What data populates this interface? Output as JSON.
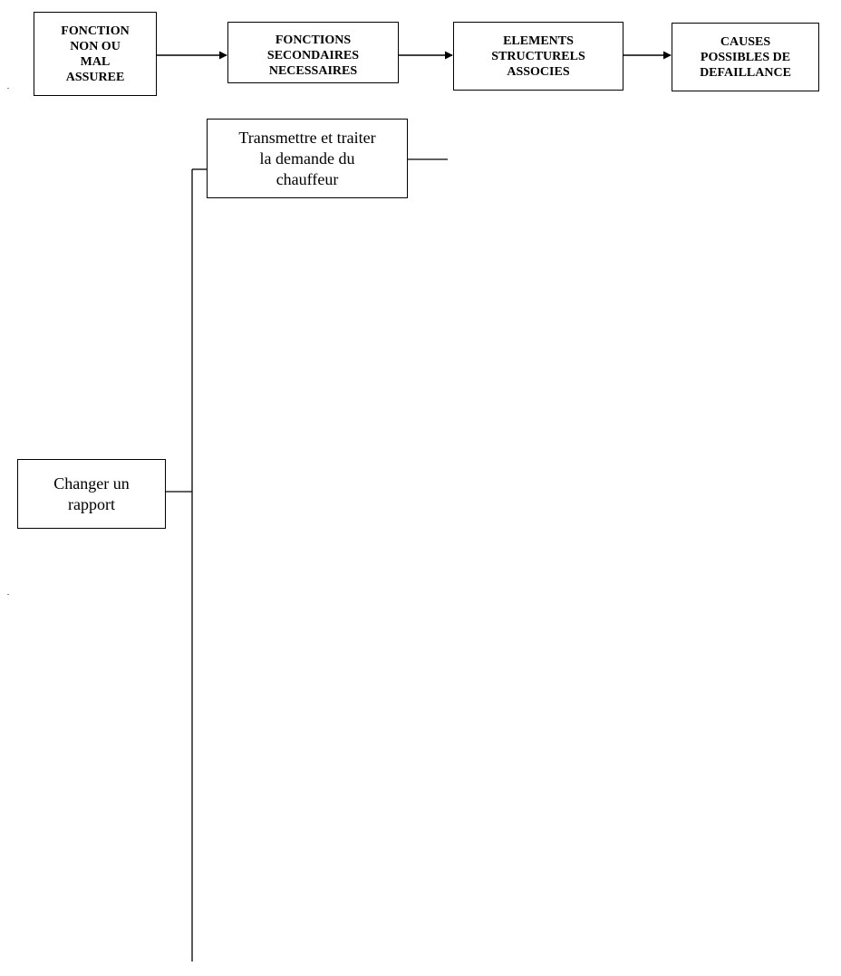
{
  "header": {
    "steps": [
      {
        "lines": [
          "FONCTION",
          "NON OU",
          "MAL",
          "ASSUREE"
        ]
      },
      {
        "lines": [
          "FONCTIONS",
          "SECONDAIRES",
          "NECESSAIRES"
        ]
      },
      {
        "lines": [
          "ELEMENTS",
          "STRUCTURELS",
          "ASSOCIES"
        ]
      },
      {
        "lines": [
          "CAUSES",
          "POSSIBLES DE",
          "DEFAILLANCE"
        ]
      }
    ]
  },
  "tree": {
    "root": {
      "lines": [
        "Changer un",
        "rapport"
      ]
    },
    "secondary": {
      "lines": [
        "Transmettre et traiter",
        "la demande du",
        "chauffeur"
      ]
    }
  }
}
